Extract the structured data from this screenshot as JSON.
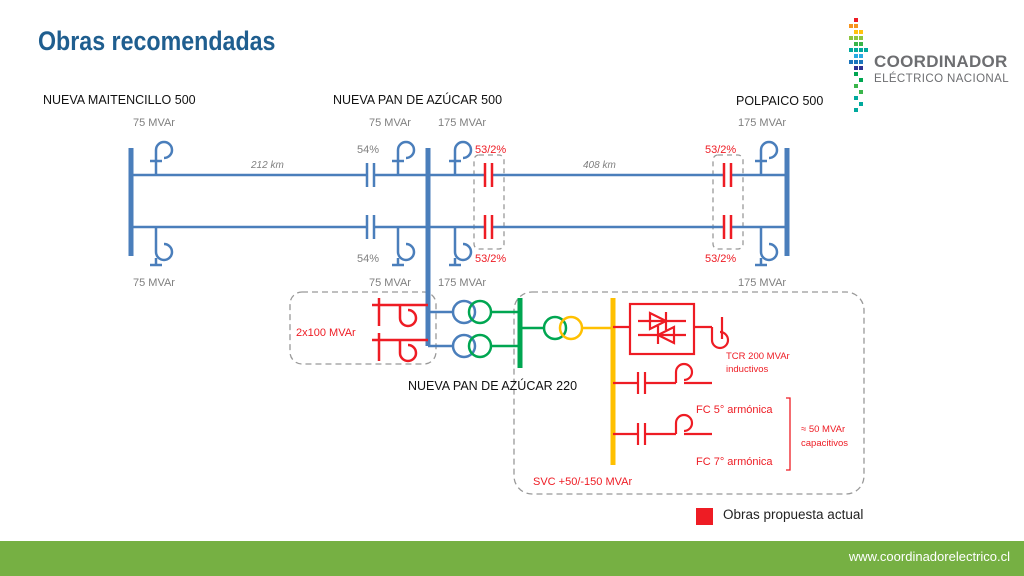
{
  "title": "Obras recomendadas",
  "logo": {
    "main": "COORDINADOR",
    "sub": "ELÉCTRICO NACIONAL"
  },
  "buses": {
    "maitencillo": "NUEVA MAITENCILLO 500",
    "pan_azucar_500": "NUEVA PAN DE AZÚCAR 500",
    "polpaico": "POLPAICO 500",
    "pan_azucar_220": "NUEVA PAN DE AZÚCAR 220"
  },
  "reactors": {
    "maitencillo_top": "75 MVAr",
    "maitencillo_bottom": "75 MVAr",
    "pan_azucar_left_top": "75 MVAr",
    "pan_azucar_left_bottom": "75 MVAr",
    "pan_azucar_right_top": "175 MVAr",
    "pan_azucar_right_bottom": "175 MVAr",
    "polpaico_top": "175 MVAr",
    "polpaico_bottom": "175 MVAr"
  },
  "compensation": {
    "series_existing_top": "54%",
    "series_existing_bottom": "54%",
    "series_new_pa_top": "53/2%",
    "series_new_pa_bottom": "53/2%",
    "series_new_pol_top": "53/2%",
    "series_new_pol_bottom": "53/2%"
  },
  "lines": {
    "section1": "212 km",
    "section2": "408 km"
  },
  "new_works": {
    "bus_reactors": "2x100 MVAr",
    "tcr": [
      "TCR 200 MVAr",
      "inductivos"
    ],
    "fc5": "FC 5° armónica",
    "fc7": "FC 7° armónica",
    "capacitive": [
      "≈ 50 MVAr",
      "capacitivos"
    ],
    "svc": "SVC +50/-150 MVAr"
  },
  "legend": {
    "label": "Obras propuesta actual",
    "color": "#ee1c24"
  },
  "colors": {
    "title": "#1f5e8f",
    "bus": "#4a7ebb",
    "new": "#ee1c24",
    "svc_bus": "#ffc000",
    "transformer_green": "#00a651",
    "transformer_yellow": "#ffc000",
    "label_gray": "#7f7f7f",
    "footer": "#76b043"
  },
  "footer": {
    "url": "www.coordinadorelectrico.cl"
  }
}
